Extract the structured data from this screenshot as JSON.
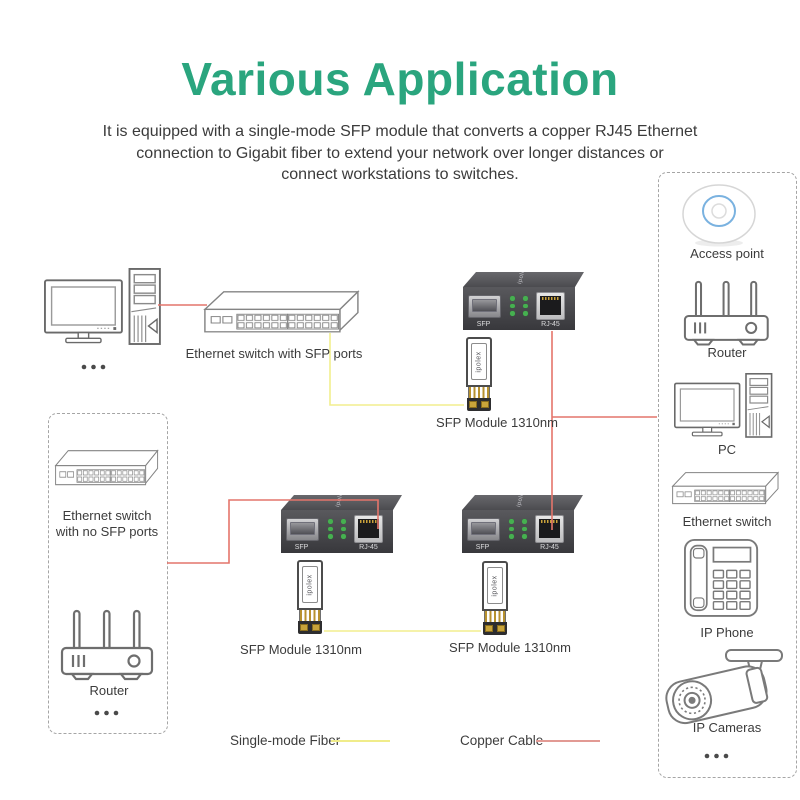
{
  "header": {
    "title": "Various Application",
    "title_color": "#2aa57e",
    "description_lines": [
      "It is equipped with a single-mode SFP module that converts a copper RJ45 Ethernet",
      "connection to Gigabit fiber to extend your network over longer distances or",
      "connect workstations to switches."
    ]
  },
  "diagram": {
    "top_switch_label": "Ethernet switch with SFP ports",
    "left_box": {
      "switch_label_line1": "Ethernet switch",
      "switch_label_line2": "with no SFP ports",
      "router_label": "Router"
    },
    "converter": {
      "brand": "ipolex",
      "sfp_port_label": "SFP",
      "rj45_port_label": "RJ-45",
      "body_color": "#48484c",
      "led_color": "#46b050"
    },
    "sfp_module": {
      "brand": "ipolex",
      "top_label": "SFP Module 1310nm",
      "bottom_left_label": "SFP Module 1310nm",
      "bottom_right_label": "SFP Module 1310nm"
    },
    "line_colors": {
      "copper": "#e4756b",
      "fiber": "#f2ee8e"
    }
  },
  "sidebar": {
    "items": [
      {
        "label": "Access point",
        "icon": "access-point-icon"
      },
      {
        "label": "Router",
        "icon": "router-icon"
      },
      {
        "label": "PC",
        "icon": "desktop-pc-icon"
      },
      {
        "label": "Ethernet switch",
        "icon": "ethernet-switch-icon"
      },
      {
        "label": "IP Phone",
        "icon": "ip-phone-icon"
      },
      {
        "label": "IP Cameras",
        "icon": "ip-camera-icon"
      }
    ]
  },
  "legend": {
    "fiber_label": "Single-mode Fiber",
    "fiber_color": "#f0ec8a",
    "copper_label": "Copper Cable",
    "copper_color": "#e29a94"
  }
}
